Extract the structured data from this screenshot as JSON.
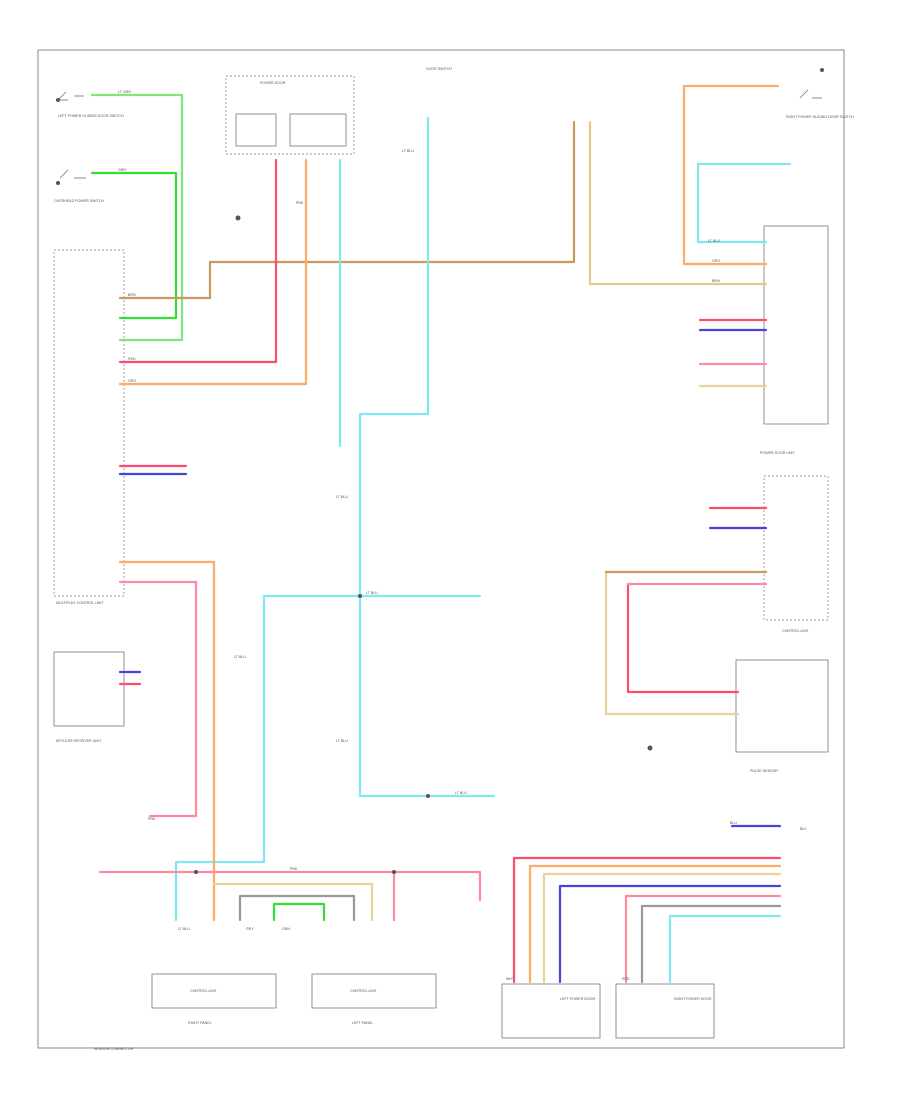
{
  "colors": {
    "ltgrn": "#7ee67e",
    "grn": "#33dd33",
    "ltblu": "#7fe8f0",
    "blu": "#4444dd",
    "red": "#ff4d6d",
    "pnk": "#ff9eb5",
    "org": "#ffaa66",
    "brn": "#c89a5e",
    "ltbrn": "#e8d49a",
    "gry": "#999999",
    "blk": "#555555"
  },
  "labels": {
    "left_power_door_switch": "LEFT POWER SLIDING DOOR SWITCH",
    "overhead_switch": "OVERHEAD POWER SWITCH",
    "multiplex_control_unit": "MULTIPLEX CONTROL UNIT",
    "keyless_receiver": "KEYLESS RECEIVER UNIT",
    "sensor_connector": "SENSOR CONNECTOR",
    "door_switch": "DOOR SWITCH",
    "power_door_top": "POWER DOOR",
    "right_power_door_switch": "RIGHT POWER SLIDING DOOR SWITCH",
    "left_power_door_motor": "LEFT POWER DOOR",
    "right_power_door_motor": "RIGHT POWER DOOR",
    "pulse_sensor": "PULSE SENSOR",
    "control_unit_left": "CONTROL UNIT",
    "control_unit_right": "CONTROL UNIT",
    "right_panel": "RIGHT PANEL",
    "left_panel": "LEFT PANEL",
    "power_door_unit": "POWER DOOR UNIT",
    "ltblu": "LT BLU",
    "pnk": "PNK",
    "org": "ORG",
    "brn": "BRN",
    "red": "RED",
    "blu": "BLU",
    "grn": "GRN",
    "ltgrn": "LT GRN",
    "blk": "BLK",
    "wht": "WHT",
    "gry": "GRY"
  }
}
